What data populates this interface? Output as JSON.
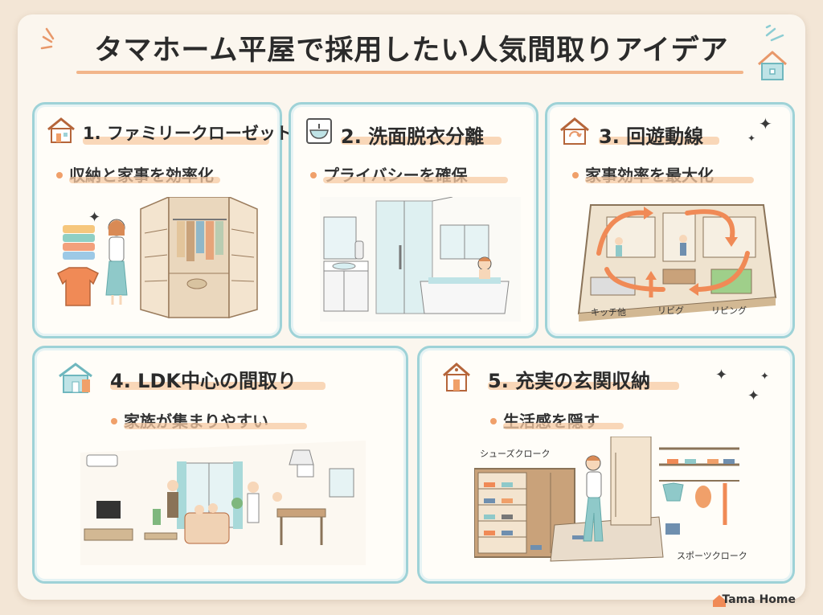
{
  "header": {
    "title": "タマホーム平屋で採用したい人気間取りアイデア"
  },
  "cards": [
    {
      "title": "1. ファミリークローゼット",
      "subtitle": "収納と家事を効率化",
      "icon": "house-icon"
    },
    {
      "title": "2. 洗面脱衣分離",
      "subtitle": "プライバシーを確保",
      "icon": "washbasin-icon"
    },
    {
      "title": "3. 回遊動線",
      "subtitle": "家事効率を最大化",
      "icon": "circulation-house-icon",
      "labels": [
        "キッチ他",
        "リビグ",
        "リビング"
      ]
    },
    {
      "title": "4. LDK中心の間取り",
      "subtitle": "家族が集まりやすい",
      "icon": "house-icon"
    },
    {
      "title": "5. 充実の玄関収納",
      "subtitle": "生活感を隠す",
      "icon": "house-icon",
      "labels": [
        "シューズクローク",
        "スポーツクローク"
      ]
    }
  ],
  "footer": {
    "brand": "Tama Home"
  },
  "colors": {
    "card_border": "#9ed2d7",
    "accent_orange": "#f0a06a",
    "highlight": "#f7c9a3",
    "background": "#f3e6d6"
  }
}
